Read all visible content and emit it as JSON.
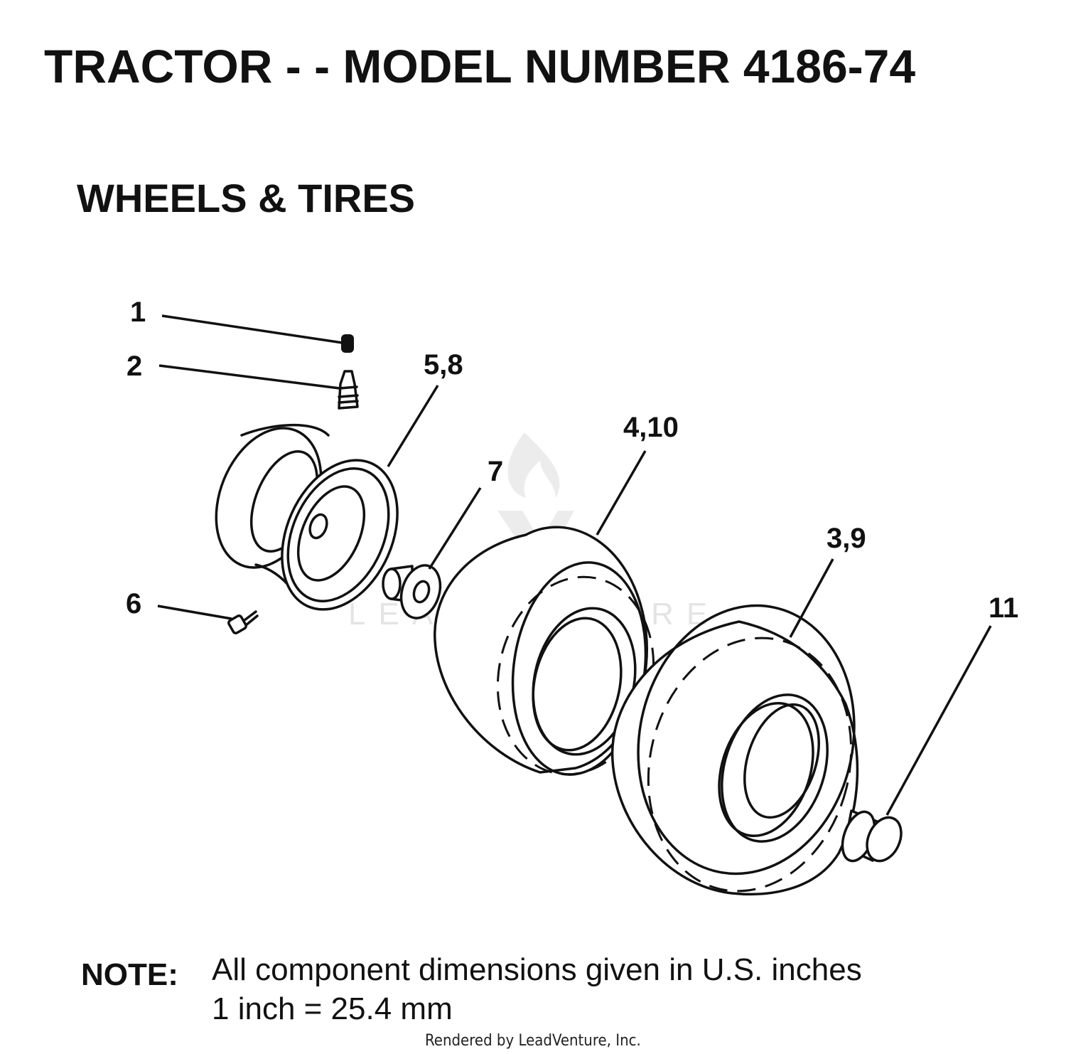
{
  "title": "TRACTOR - - MODEL NUMBER 4186-74",
  "subtitle": "WHEELS & TIRES",
  "callouts": [
    "1",
    "2",
    "5,8",
    "4,10",
    "7",
    "3,9",
    "6",
    "11"
  ],
  "note": {
    "label": "NOTE:",
    "line1": "All component dimensions given in U.S. inches",
    "line2": "1 inch = 25.4 mm"
  },
  "watermark": "LEADVENTURE",
  "credit": "Rendered by LeadVenture, Inc."
}
